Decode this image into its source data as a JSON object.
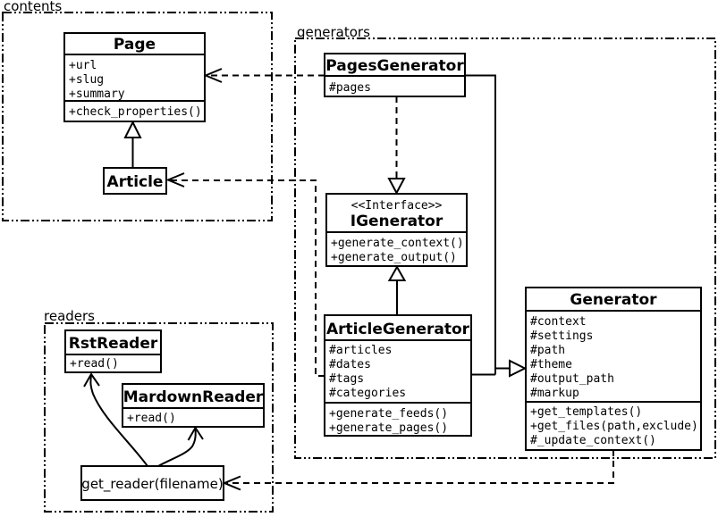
{
  "colors": {
    "line": "#000000",
    "background": "#ffffff"
  },
  "packages": {
    "contents": {
      "label": "contents"
    },
    "generators": {
      "label": "generators"
    },
    "readers": {
      "label": "readers"
    }
  },
  "classes": {
    "page": {
      "title": "Page",
      "attrs": [
        "+url",
        "+slug",
        "+summary"
      ],
      "methods": [
        "+check_properties()"
      ]
    },
    "article": {
      "title": "Article"
    },
    "pages_generator": {
      "title": "PagesGenerator",
      "attrs": [
        "#pages"
      ]
    },
    "igenerator": {
      "stereotype": "<<Interface>>",
      "title": "IGenerator",
      "methods": [
        "+generate_context()",
        "+generate_output()"
      ]
    },
    "article_generator": {
      "title": "ArticleGenerator",
      "attrs": [
        "#articles",
        "#dates",
        "#tags",
        "#categories"
      ],
      "methods": [
        "+generate_feeds()",
        "+generate_pages()"
      ]
    },
    "generator": {
      "title": "Generator",
      "attrs": [
        "#context",
        "#settings",
        "#path",
        "#theme",
        "#output_path",
        "#markup"
      ],
      "methods": [
        "+get_templates()",
        "+get_files(path,exclude)",
        "#_update_context()"
      ]
    },
    "rst_reader": {
      "title": "RstReader",
      "methods": [
        "+read()"
      ]
    },
    "mardown_reader": {
      "title": "MardownReader",
      "methods": [
        "+read()"
      ]
    },
    "get_reader": {
      "title": "get_reader(filename)"
    }
  }
}
